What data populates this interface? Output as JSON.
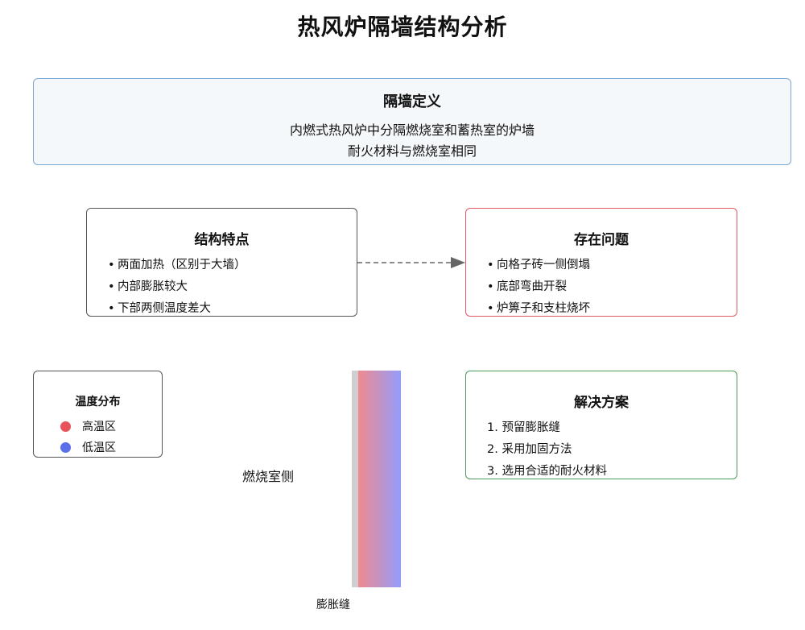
{
  "title": "热风炉隔墙结构分析",
  "definition": {
    "title": "隔墙定义",
    "lines": [
      "内燃式热风炉中分隔燃烧室和蓄热室的炉墙",
      "耐火材料与燃烧室相同"
    ]
  },
  "structure": {
    "title": "结构特点",
    "bullet": "•",
    "items": [
      "两面加热（区别于大墙）",
      "内部膨胀较大",
      "下部两侧温度差大"
    ]
  },
  "problems": {
    "title": "存在问题",
    "bullet": "•",
    "items": [
      "向格子砖一侧倒塌",
      "底部弯曲开裂",
      "炉箅子和支柱烧坏"
    ]
  },
  "solutions": {
    "title": "解决方案",
    "items": [
      "1. 预留膨胀缝",
      "2. 采用加固方法",
      "3. 选用合适的耐火材料"
    ]
  },
  "legend": {
    "title": "温度分布",
    "items": [
      {
        "label": "高温区",
        "color": "#e8525a"
      },
      {
        "label": "低温区",
        "color": "#5a6fe8"
      }
    ]
  },
  "wall": {
    "left_label": "燃烧室侧",
    "joint_label": "膨胀缝",
    "hot_color": "#ef8a8f",
    "cold_color": "#949cfa"
  },
  "colors": {
    "definition_border": "#7ba7d6",
    "problem_border": "#e05a5f",
    "solution_border": "#4a9a5a",
    "arrow": "#666666"
  }
}
